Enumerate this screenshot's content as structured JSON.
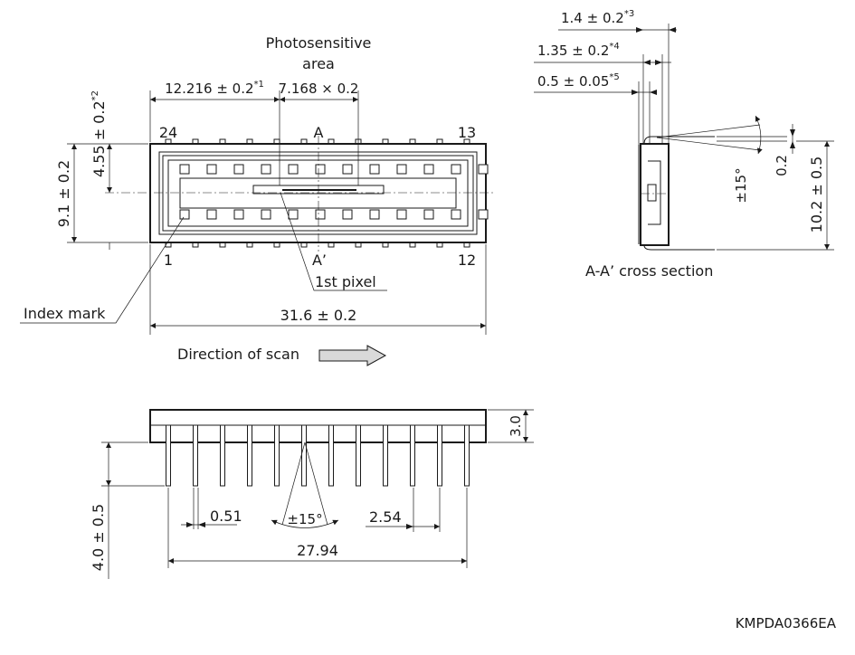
{
  "labels": {
    "photosensitive_line1": "Photosensitive",
    "photosensitive_line2": "area",
    "pin_24": "24",
    "pin_13": "13",
    "pin_1": "1",
    "pin_12": "12",
    "section_a": "A",
    "section_a_prime": "A’",
    "first_pixel": "1st pixel",
    "index_mark": "Index mark",
    "direction_of_scan": "Direction of scan",
    "cross_section": "A-A’ cross section",
    "figure_code": "KMPDA0366EA"
  },
  "dimensions": {
    "offset_photosensitive": "12.216 ± 0.2",
    "offset_note": "*1",
    "photosensitive_size": "7.168 × 0.2",
    "half_width": "4.55 ± 0.2",
    "half_width_note": "*2",
    "width": "9.1 ± 0.2",
    "length": "31.6 ± 0.2",
    "dim_1_4": "1.4 ± 0.2",
    "dim_1_4_note": "*3",
    "dim_1_35": "1.35 ± 0.2",
    "dim_1_35_note": "*4",
    "dim_0_5": "0.5 ± 0.05",
    "dim_0_5_note": "*5",
    "lead_thickness": "0.2",
    "lead_angle_side": "±15°",
    "lead_span": "10.2 ± 0.5",
    "package_height": "3.0",
    "lead_length": "4.0 ± 0.5",
    "lead_width": "0.51",
    "lead_angle_front": "±15°",
    "pin_pitch": "2.54",
    "row_span": "27.94"
  },
  "colors": {
    "line": "#1a1a1a",
    "arrow_fill": "#d9d9d9"
  }
}
